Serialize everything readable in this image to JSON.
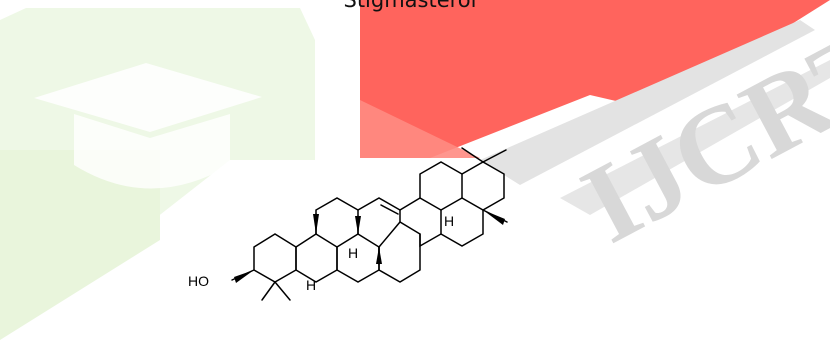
{
  "caption": "Stigmasterol",
  "watermark": {
    "text": "IJCRT",
    "colors": {
      "green": "#eaf6df",
      "red": "#ff5a52",
      "gray": "#d9d9d9"
    },
    "icon": "graduation-cap-icon"
  },
  "structure": {
    "labels": {
      "hydroxyl": "HO",
      "h1": "H",
      "h2": "H",
      "h3": "H"
    }
  }
}
